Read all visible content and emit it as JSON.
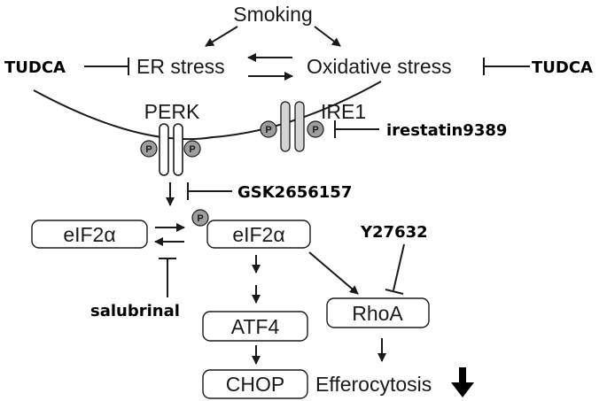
{
  "labels": {
    "smoking": "Smoking",
    "er_stress": "ER stress",
    "oxidative_stress": "Oxidative stress",
    "perk": "PERK",
    "ire1": "IRE1",
    "eif2a_left": "eIF2α",
    "eif2a_right": "eIF2α",
    "atf4": "ATF4",
    "chop": "CHOP",
    "rhoa": "RhoA",
    "efferocytosis": "Efferocytosis",
    "phospho": "P"
  },
  "drugs": {
    "tudca_left": "TUDCA",
    "tudca_right": "TUDCA",
    "irestatin": "irestatin9389",
    "gsk": "GSK2656157",
    "y27632": "Y27632",
    "salubrinal": "salubrinal"
  },
  "colors": {
    "line": "#1a1a1a",
    "receptor_perk": "#ffffff",
    "receptor_ire1": "#d4d4d4",
    "phospho_fill": "#9e9e9e"
  }
}
